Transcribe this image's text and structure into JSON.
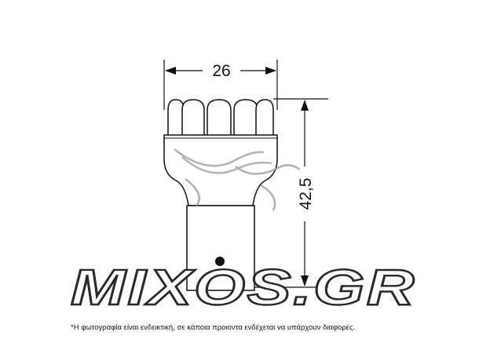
{
  "diagram": {
    "width_label": "26",
    "height_label": "42,5",
    "line_color": "#111111",
    "watermark": {
      "text": "MIXOS.GR",
      "stroke_color": "#2a2a2a",
      "swoosh_color": "#9a9a9a"
    },
    "footnote": "*Η φωτογραφία είναι ενδεικτική, σε κάποια προιοντα ενδέχεται να υπάρχουν διαφορές."
  }
}
